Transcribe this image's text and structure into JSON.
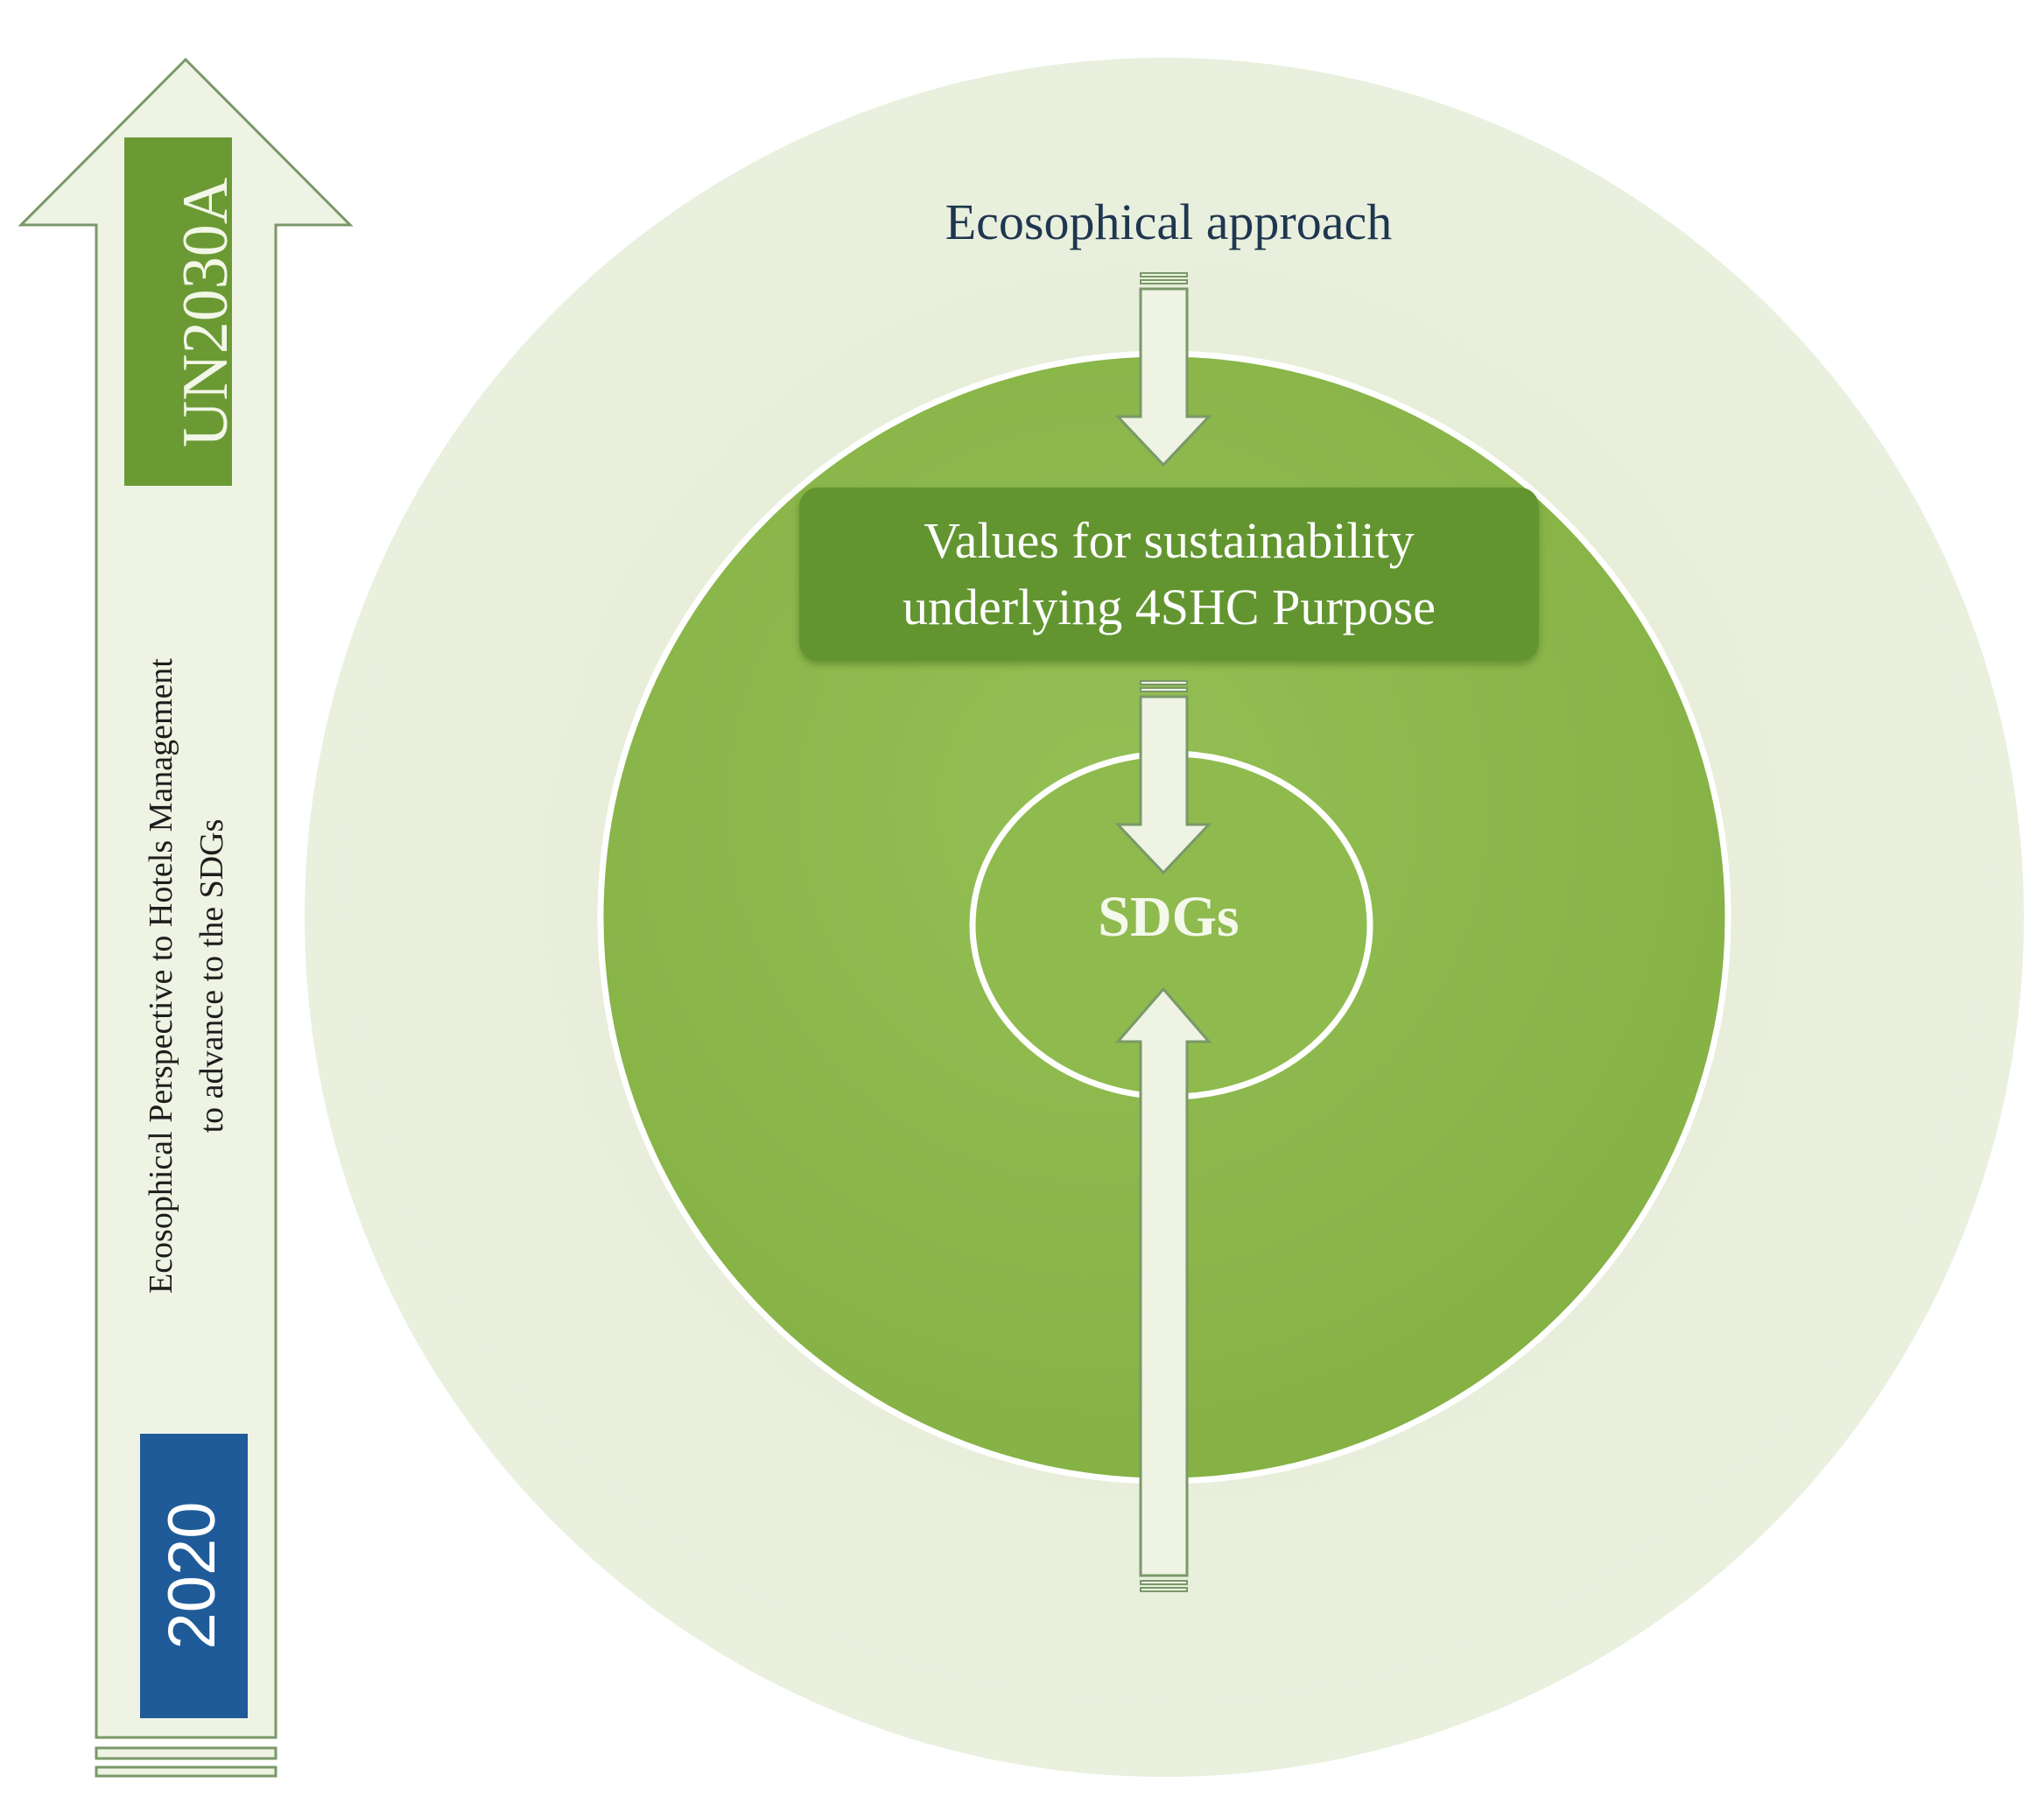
{
  "timeline": {
    "start_year": "2020",
    "target": "UN2030A",
    "perspective_line1": "Ecosophical Perspective to Hotels Management",
    "perspective_line2": "to advance to the SDGs"
  },
  "circles": {
    "outer_label": "Ecosophical approach",
    "middle_label_line1": "Values for sustainability",
    "middle_label_line2": "underlying 4SHC Purpose",
    "core_label": "SDGs"
  },
  "colors": {
    "outer_circle": "#e7eedb",
    "middle_circle": "#8fba4e",
    "values_box": "#629530",
    "core_circle": "#8fba4e",
    "un_box": "#6b9a34",
    "year_box": "#1f5b99",
    "arrow_fill": "#eef3e4",
    "arrow_stroke": "#7a9868"
  }
}
